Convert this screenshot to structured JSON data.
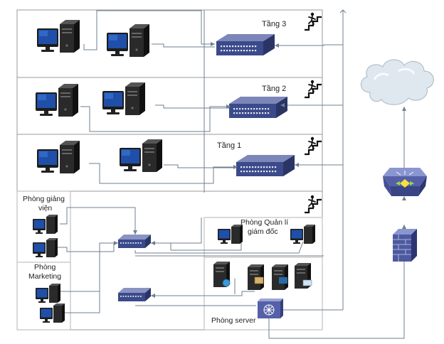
{
  "labels": {
    "floor3": "Tầng 3",
    "floor2": "Tầng 2",
    "floor1": "Tầng 1",
    "lecturer_room_line1": "Phòng giảng",
    "lecturer_room_line2": "viện",
    "marketing_line1": "Phòng",
    "marketing_line2": "Marketing",
    "director_line1": "Phòng Quản lí",
    "director_line2": "giám đốc",
    "server_room": "Phòng server"
  },
  "colors": {
    "border": "#9a9a9a",
    "room_border": "#b5b5b5",
    "link": "#6f7f8f",
    "monitor_screen": "#1f4fa8",
    "tower": "#2d2d2d",
    "switch_body": "#3b4a8a",
    "cloud": "#dfe7ef",
    "router": "#5560a8",
    "firewall": "#4d5aa0"
  },
  "icons": [
    "workstation-icon",
    "switch-icon",
    "stairs-icon",
    "cloud-icon",
    "router-icon",
    "firewall-icon",
    "server-icon",
    "core-switch-icon"
  ]
}
